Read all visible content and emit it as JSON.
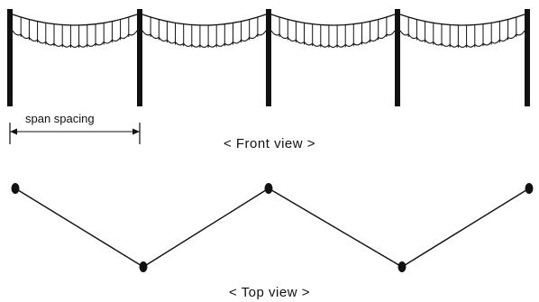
{
  "labels": {
    "span_spacing": "span spacing",
    "front_view": "< Front view >",
    "top_view": "< Top view >"
  },
  "colors": {
    "ink": "#111111"
  }
}
